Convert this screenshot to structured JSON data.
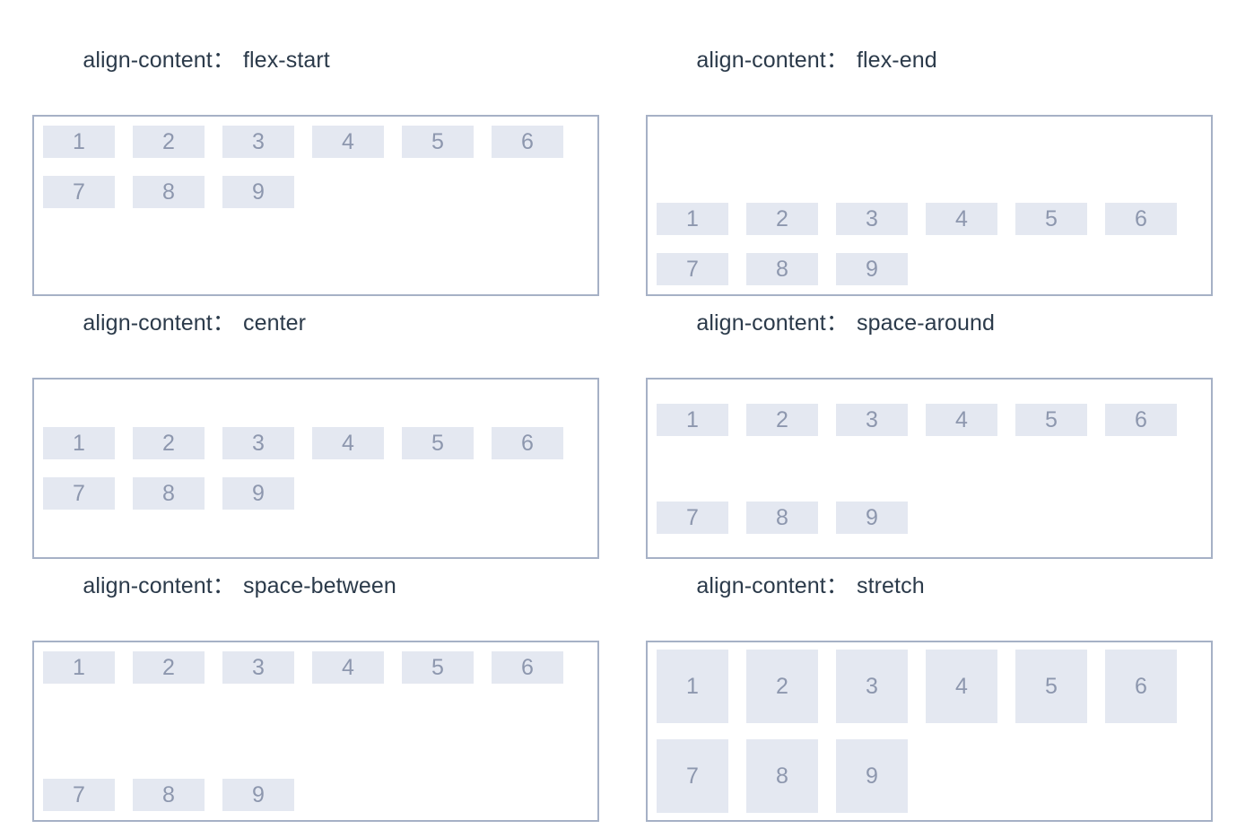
{
  "page": {
    "property_name": "align-content",
    "colon": "：",
    "item_labels": [
      "1",
      "2",
      "3",
      "4",
      "5",
      "6",
      "7",
      "8",
      "9"
    ],
    "colors": {
      "item_background": "#e4e8f1",
      "item_text": "#8d97ae",
      "container_border": "#a6b1c6",
      "title_text": "#2b3a4a",
      "page_background": "#ffffff"
    }
  },
  "panels": [
    {
      "id": "flex-start",
      "value": "flex-start",
      "items": [
        "1",
        "2",
        "3",
        "4",
        "5",
        "6",
        "7",
        "8",
        "9"
      ]
    },
    {
      "id": "flex-end",
      "value": "flex-end",
      "items": [
        "1",
        "2",
        "3",
        "4",
        "5",
        "6",
        "7",
        "8",
        "9"
      ]
    },
    {
      "id": "center",
      "value": "center",
      "items": [
        "1",
        "2",
        "3",
        "4",
        "5",
        "6",
        "7",
        "8",
        "9"
      ]
    },
    {
      "id": "space-around",
      "value": "space-around",
      "items": [
        "1",
        "2",
        "3",
        "4",
        "5",
        "6",
        "7",
        "8",
        "9"
      ]
    },
    {
      "id": "space-between",
      "value": "space-between",
      "items": [
        "1",
        "2",
        "3",
        "4",
        "5",
        "6",
        "7",
        "8",
        "9"
      ]
    },
    {
      "id": "stretch",
      "value": "stretch",
      "items": [
        "1",
        "2",
        "3",
        "4",
        "5",
        "6",
        "7",
        "8",
        "9"
      ]
    }
  ]
}
